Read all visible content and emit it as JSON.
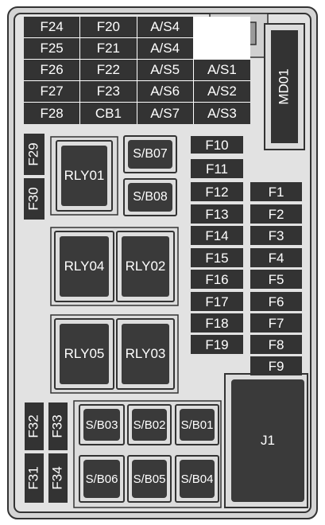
{
  "top_grid": [
    [
      "F24",
      "F20",
      "A/S4",
      ""
    ],
    [
      "F25",
      "F21",
      "A/S4",
      ""
    ],
    [
      "F26",
      "F22",
      "A/S5",
      "A/S1"
    ],
    [
      "F27",
      "F23",
      "A/S6",
      "A/S2"
    ],
    [
      "F28",
      "CB1",
      "A/S7",
      "A/S3"
    ]
  ],
  "md01": "MD01",
  "left_vertical": [
    "F29",
    "F30"
  ],
  "relays": {
    "rly01": "RLY01",
    "rly02": "RLY02",
    "rly03": "RLY03",
    "rly04": "RLY04",
    "rly05": "RLY05"
  },
  "small_boxes_top": [
    "S/B07",
    "S/B08"
  ],
  "fuses_middle": [
    "F10",
    "F11",
    "F12",
    "F13",
    "F14",
    "F15",
    "F16",
    "F17",
    "F18",
    "F19"
  ],
  "fuses_right": [
    "F1",
    "F2",
    "F3",
    "F4",
    "F5",
    "F6",
    "F7",
    "F8",
    "F9"
  ],
  "bottom_vertical": [
    "F32",
    "F33",
    "F31",
    "F34"
  ],
  "small_boxes_bottom": [
    "S/B03",
    "S/B02",
    "S/B01",
    "S/B06",
    "S/B05",
    "S/B04"
  ],
  "j1": "J1",
  "colors": {
    "label_bg": "#333333",
    "housing": "#dddddd",
    "outline": "#333333"
  }
}
